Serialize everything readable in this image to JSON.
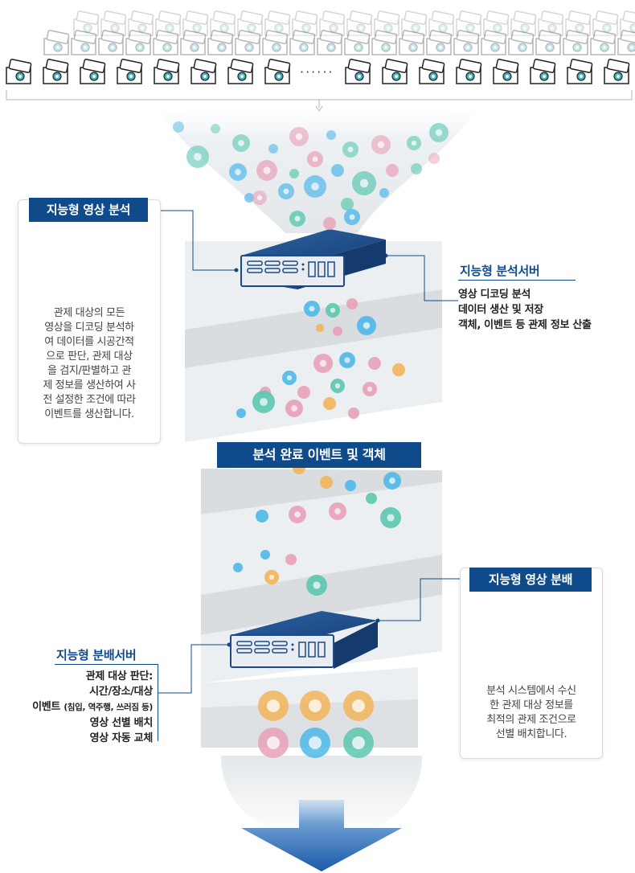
{
  "cameras": {
    "ellipsis": "······",
    "icon": "cctv-camera-icon"
  },
  "analysis_card": {
    "title": "지능형 영상 분석",
    "icon": "ai-head-icon",
    "desc_lines": [
      "관제 대상의 모든",
      "영상을 디코딩 분석하",
      "여 데이터를 시공간적",
      "으로 판단, 관제 대상",
      "을 검지/판별하고 관",
      "제 정보를 생산하여 사",
      "전 설정한 조건에 따라",
      "이벤트를 생산합니다."
    ]
  },
  "analysis_server": {
    "title": "지능형 분석서버",
    "lines": [
      "영상 디코딩 분석",
      "데이터 생산 및 저장",
      "객체, 이벤트 등 관제 정보 산출"
    ]
  },
  "center_label": "분석 완료 이벤트 및 객체",
  "distribution_server": {
    "title": "지능형 분배서버",
    "lines": [
      "관제 대상 판단:",
      "시간/장소/대상"
    ],
    "event_main": "이벤트 ",
    "event_small": "(침입, 역주행, 쓰러짐 등)",
    "lines2": [
      "영상 선별 배치",
      "영상 자동 교체"
    ]
  },
  "distribution_card": {
    "title": "지능형 영상 분배",
    "icon": "robot-hand-network-icon",
    "desc_lines": [
      "분석 시스템에서 수신",
      "한 관제 대상 정보를",
      "최적의 관제 조건으로",
      "선별 배치합니다."
    ]
  },
  "colors": {
    "brand": "#0f4a8a",
    "teal": "#5cc7b0",
    "blue": "#4fb8e8",
    "pink": "#e8a0b8",
    "orange": "#f2b45a"
  },
  "event_icons": [
    "location-pin-icon",
    "fallen-person-icon",
    "megaphone-icon",
    "running-person-icon",
    "bike-icon",
    "crowd-icon"
  ]
}
